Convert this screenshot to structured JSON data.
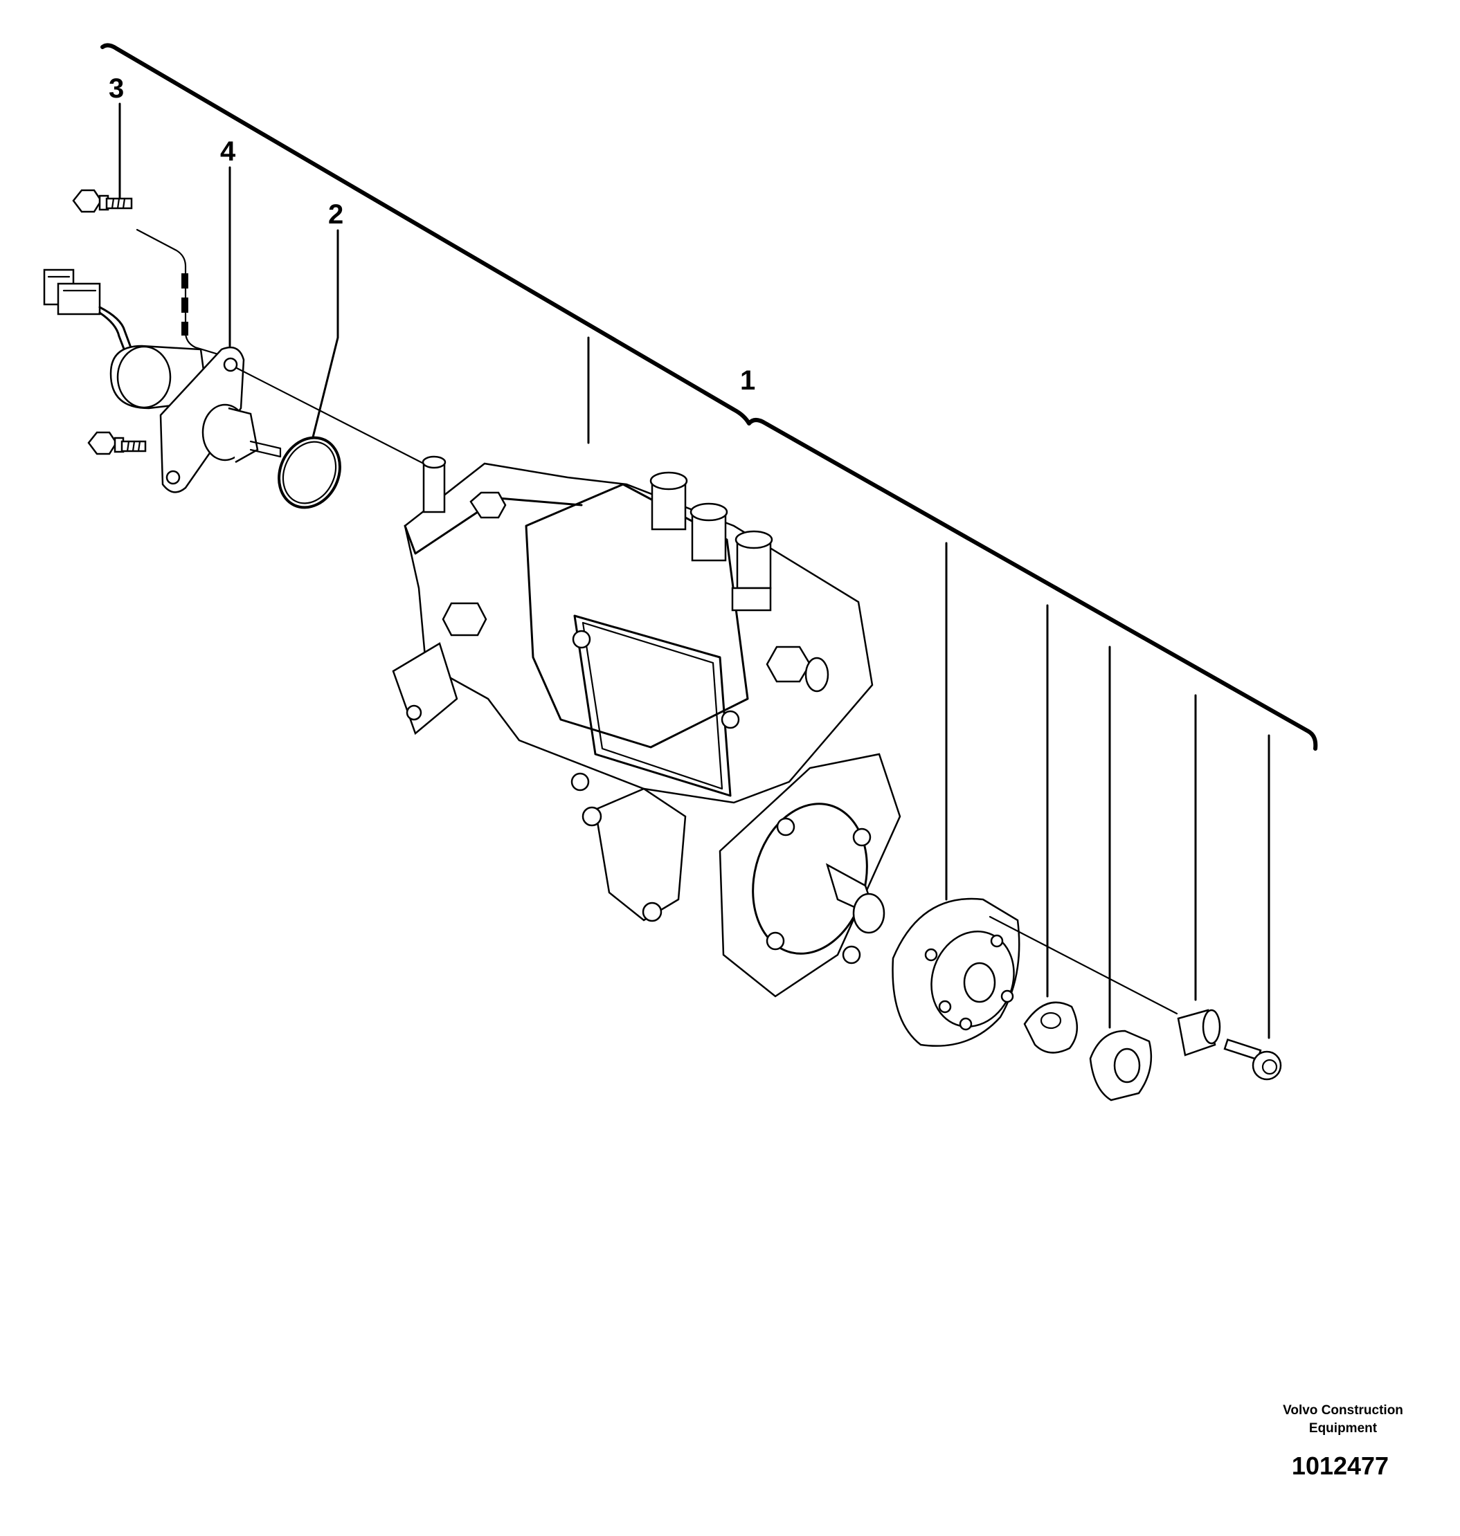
{
  "callouts": {
    "item_1": "1",
    "item_2": "2",
    "item_3": "3",
    "item_4": "4"
  },
  "footer": {
    "publisher_line1": "Volvo Construction",
    "publisher_line2": "Equipment",
    "document_number": "1012477"
  }
}
